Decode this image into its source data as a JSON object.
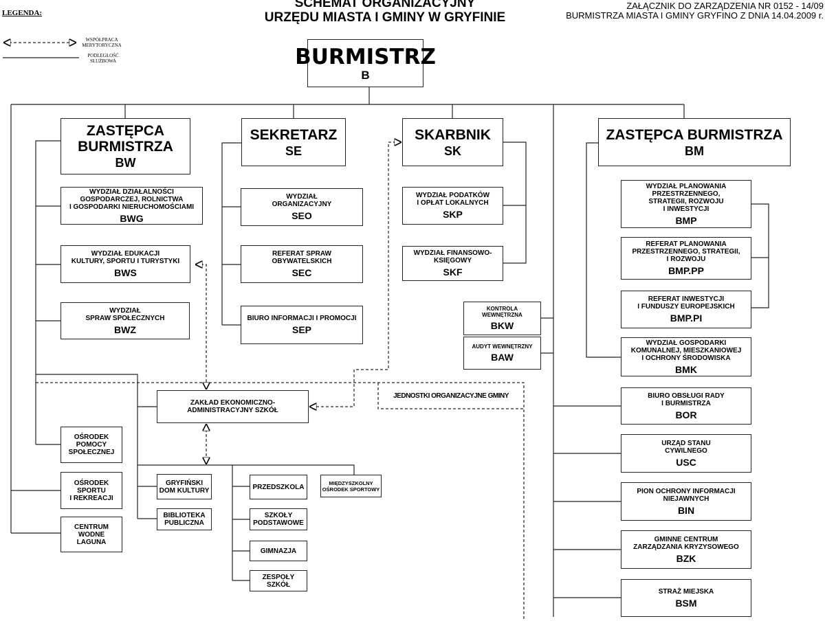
{
  "title": [
    "SCHEMAT ORGANIZACYJNY",
    "URZĘDU MIASTA I GMINY W GRYFINIE"
  ],
  "annex": [
    "ZAŁĄCZNIK DO ZARZĄDZENIA NR 0152 - 14/09",
    "BURMISTRZA MIASTA I GMINY GRYFINO Z DNIA  14.04.2009 r."
  ],
  "legend": {
    "heading": "LEGENDA:",
    "dashed": "WSPÓŁPRACA\nMERYTORYCZNA",
    "solid": "PODLEGŁOŚĆ\nSŁUŻBOWA"
  },
  "units_label": "JEDNOSTKI ORGANIZACYJNE GMINY",
  "boxes": {
    "b": {
      "name": "BURMISTRZ",
      "code": "B"
    },
    "bw": {
      "name": "ZASTĘPCA\nBURMISTRZA",
      "code": "BW"
    },
    "se": {
      "name": "SEKRETARZ",
      "code": "SE"
    },
    "sk": {
      "name": "SKARBNIK",
      "code": "SK"
    },
    "bm": {
      "name": "ZASTĘPCA BURMISTRZA",
      "code": "BM"
    },
    "bwg": {
      "name": "WYDZIAŁ DZIAŁALNOŚCI\nGOSPODARCZEJ, ROLNICTWA\nI GOSPODARKI NIERUCHOMOŚCIAMI",
      "code": "BWG"
    },
    "bws": {
      "name": "WYDZIAŁ EDUKACJI\nKULTURY, SPORTU I TURYSTYKI",
      "code": "BWS"
    },
    "bwz": {
      "name": "WYDZIAŁ\nSPRAW SPOŁECZNYCH",
      "code": "BWZ"
    },
    "seo": {
      "name": "WYDZIAŁ\nORGANIZACYJNY",
      "code": "SEO"
    },
    "sec": {
      "name": "REFERAT SPRAW\nOBYWATELSKICH",
      "code": "SEC"
    },
    "sep": {
      "name": "BIURO INFORMACJI I PROMOCJI",
      "code": "SEP"
    },
    "skp": {
      "name": "WYDZIAŁ PODATKÓW\nI OPŁAT LOKALNYCH",
      "code": "SKP"
    },
    "skf": {
      "name": "WYDZIAŁ FINANSOWO-\nKSIĘGOWY",
      "code": "SKF"
    },
    "bkw": {
      "name": "KONTROLA\nWEWNĘTRZNA",
      "code": "BKW"
    },
    "baw": {
      "name": "AUDYT WEWNĘTRZNY",
      "code": "BAW"
    },
    "bmp": {
      "name": "WYDZIAŁ PLANOWANIA\nPRZESTRZENNEGO,\nSTRATEGII, ROZWOJU\nI INWESTYCJI",
      "code": "BMP"
    },
    "bmppp": {
      "name": "REFERAT PLANOWANIA\nPRZESTRZENNEGO, STRATEGII,\nI ROZWOJU",
      "code": "BMP.PP"
    },
    "bmppi": {
      "name": "REFERAT INWESTYCJI\nI FUNDUSZY EUROPEJSKICH",
      "code": "BMP.PI"
    },
    "bmk": {
      "name": "WYDZIAŁ GOSPODARKI\nKOMUNALNEJ, MIESZKANIOWEJ\nI OCHRONY ŚRODOWISKA",
      "code": "BMK"
    },
    "bor": {
      "name": "BIURO OBSŁUGI RADY\nI BURMISTRZA",
      "code": "BOR"
    },
    "usc": {
      "name": "URZĄD STANU\nCYWILNEGO",
      "code": "USC"
    },
    "bin": {
      "name": "PION OCHRONY INFORMACJI\nNIEJAWNYCH",
      "code": "BIN"
    },
    "bzk": {
      "name": "GMINNE CENTRUM\nZARZĄDZANIA KRYZYSOWEGO",
      "code": "BZK"
    },
    "bsm": {
      "name": "STRAŻ MIEJSKA",
      "code": "BSM"
    },
    "zeas": {
      "name": "ZAKŁAD EKONOMICZNO-\nADMINISTRACYJNY SZKÓŁ"
    },
    "ops": {
      "name": "OŚRODEK\nPOMOCY\nSPOŁECZNEJ"
    },
    "osir": {
      "name": "OŚRODEK\nSPORTU\nI REKREACJI"
    },
    "laguna": {
      "name": "CENTRUM\nWODNE\nLAGUNA"
    },
    "gdk": {
      "name": "GRYFIŃSKI\nDOM KULTURY"
    },
    "bib": {
      "name": "BIBLIOTEKA\nPUBLICZNA"
    },
    "prz": {
      "name": "PRZEDSZKOLA"
    },
    "sp": {
      "name": "SZKOŁY\nPODSTAWOWE"
    },
    "gim": {
      "name": "GIMNAZJA"
    },
    "zs": {
      "name": "ZESPOŁY SZKÓŁ"
    },
    "mos": {
      "name": "MIĘDZYSZKOLNY\nOŚRODEK SPORTOWY"
    }
  }
}
